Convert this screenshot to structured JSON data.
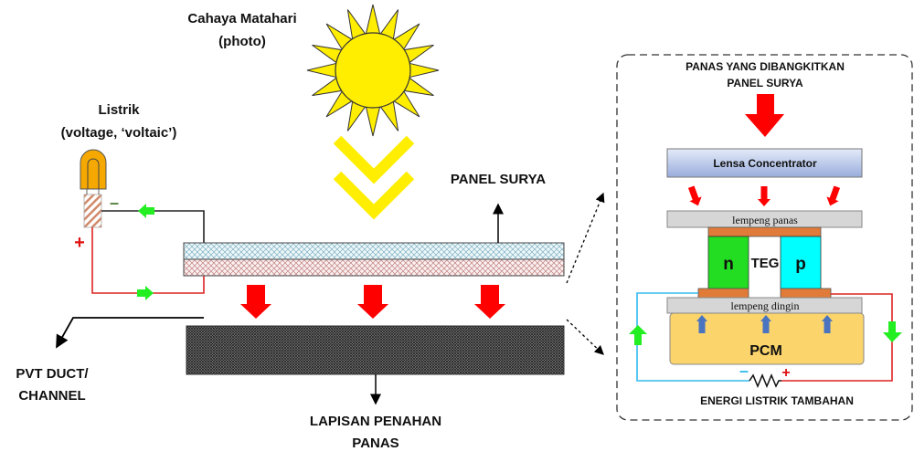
{
  "labels": {
    "sunlight_line1": "Cahaya Matahari",
    "sunlight_line2": "(photo)",
    "electricity_line1": "Listrik",
    "electricity_line2": "(voltage, ‘voltaic’)",
    "minus": "–",
    "plus": "+",
    "solar_panel": "PANEL SURYA",
    "duct_line1": "PVT DUCT/",
    "duct_line2": "CHANNEL",
    "insulation_line1": "LAPISAN PENAHAN",
    "insulation_line2": "PANAS"
  },
  "detail": {
    "heat_title_line1": "PANAS YANG DIBANGKITKAN",
    "heat_title_line2": "PANEL SURYA",
    "lens": "Lensa Concentrator",
    "hot_plate": "lempeng panas",
    "cold_plate": "lempeng dingin",
    "n_type": "n",
    "teg": "TEG",
    "p_type": "p",
    "pcm": "PCM",
    "minus": "–",
    "plus": "+",
    "extra_energy": "ENERGI LISTRIK TAMBAHAN"
  },
  "colors": {
    "sun": "#ffee00",
    "heat_arrow": "#ff0000",
    "current_arrow": "#22ee22",
    "lens_top": "#dfe6f7",
    "lens_bottom": "#9fb2e0",
    "plate": "#d6d6d6",
    "copper": "#e07b39",
    "n_type": "#22dd22",
    "p_type": "#00ffff",
    "pcm": "#fbd56b",
    "cold_arrow": "#4a73c0",
    "neg_wire": "#33bbee",
    "pos_wire": "#dd2222"
  }
}
